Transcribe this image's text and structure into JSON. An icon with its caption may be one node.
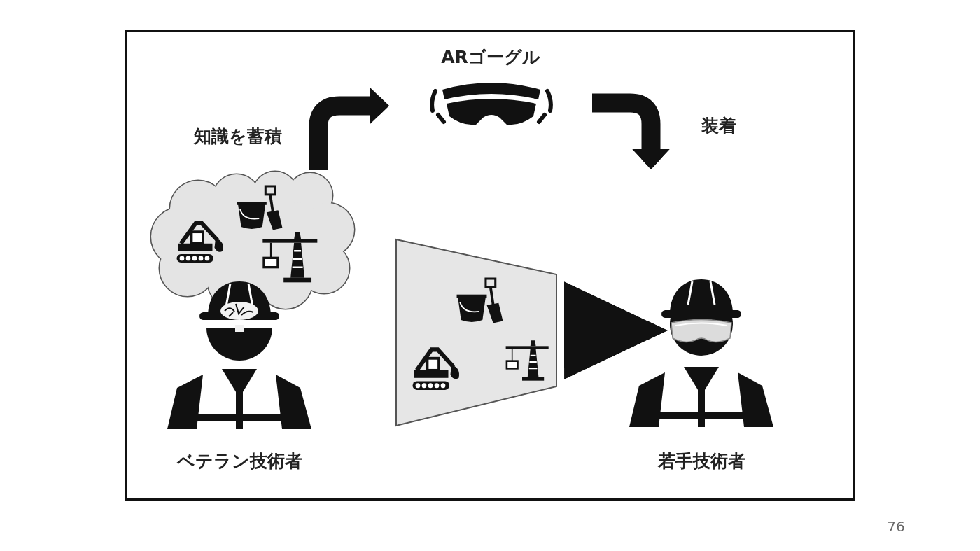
{
  "diagram": {
    "nodes": [
      {
        "text": [],
        "shape": "cloud"
      },
      {
        "text": [
          "ベテラン技術者"
        ]
      },
      {
        "text": [
          "ARゴーグル"
        ]
      },
      {
        "text": [],
        "shape": "box"
      },
      {
        "text": [
          "若手技術者"
        ]
      }
    ],
    "edges": [
      {
        "from": 0,
        "to": 2,
        "arrow": "to",
        "label": "知識を蓄積"
      },
      {
        "from": 2,
        "to": 4,
        "arrow": "to",
        "label": "装着"
      },
      {
        "from": 3,
        "to": 4,
        "arrow": "to"
      }
    ],
    "labels": [
      "76"
    ]
  }
}
